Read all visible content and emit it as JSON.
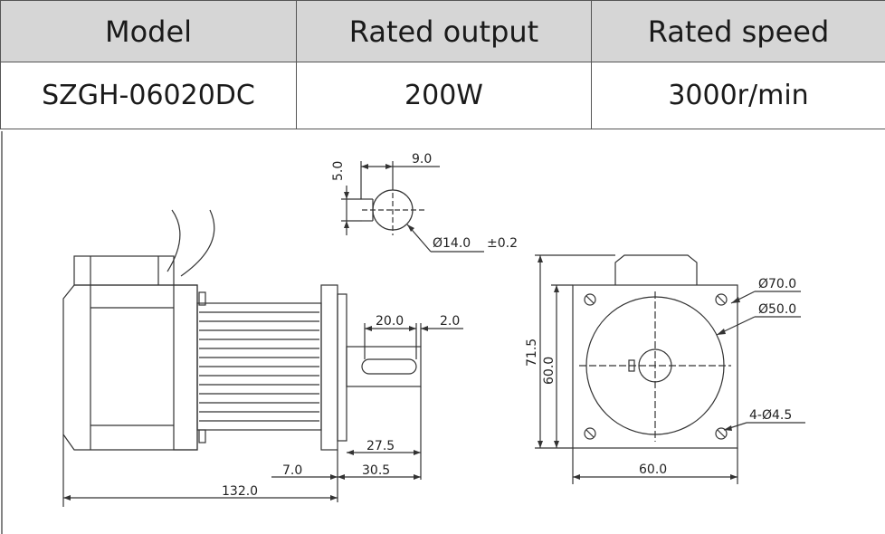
{
  "table": {
    "headers": [
      "Model",
      "Rated output",
      "Rated speed"
    ],
    "values": [
      "SZGH-06020DC",
      "200W",
      "3000r/min"
    ]
  },
  "dims": {
    "flat": "5.0",
    "shaft_width": "9.0",
    "shaft_dia": "Ø14.0",
    "shaft_tol": "±0.2",
    "key_len": "20.0",
    "key_off": "2.0",
    "shaft_len": "27.5",
    "pilot": "7.0",
    "shaft_total": "30.5",
    "overall_len": "132.0",
    "height": "71.5",
    "flange_h": "60.0",
    "flange_w": "60.0",
    "pcd": "Ø70.0",
    "spigot": "Ø50.0",
    "holes": "4-Ø4.5"
  }
}
